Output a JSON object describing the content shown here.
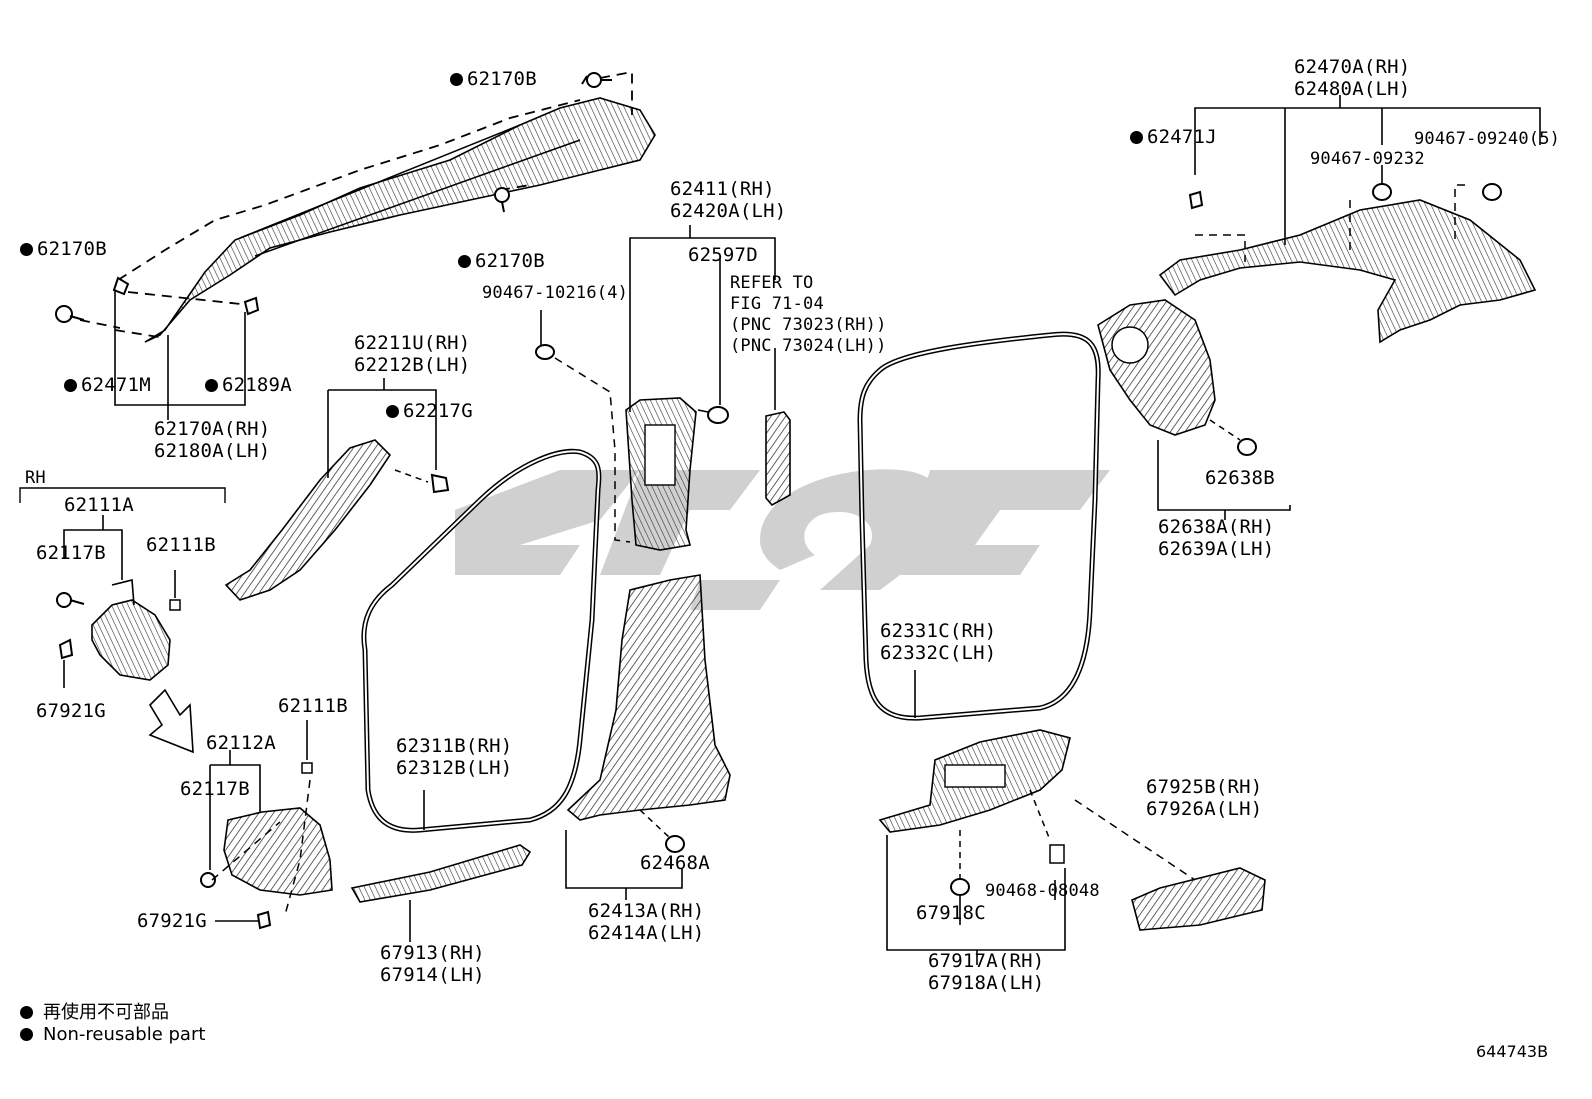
{
  "diagram": {
    "figure_number": "644743B",
    "legend": {
      "cn": "再使用不可部品",
      "en": "Non-reusable part"
    },
    "group_rh": "RH",
    "labels": {
      "l62170B_top": "62170B",
      "l62170B_left": "62170B",
      "l62170B_mid": "62170B",
      "l62471M": "62471M",
      "l62189A": "62189A",
      "l62170A": "62170A(RH)",
      "l62180A": "62180A(LH)",
      "l62211U": "62211U(RH)",
      "l62212B": "62212B(LH)",
      "l62217G": "62217G",
      "l62111A": "62111A",
      "l62117B_a": "62117B",
      "l62111B_a": "62111B",
      "l67921G_a": "67921G",
      "l62111B_b": "62111B",
      "l62112A": "62112A",
      "l62117B_b": "62117B",
      "l67921G_b": "67921G",
      "l90467_10216": "90467-10216(4)",
      "l62411": "62411(RH)",
      "l62420A": "62420A(LH)",
      "l62597D": "62597D",
      "ref1": "REFER TO",
      "ref2": "FIG 71-04",
      "ref3": "(PNC 73023(RH))",
      "ref4": "(PNC 73024(LH))",
      "l62311B": "62311B(RH)",
      "l62312B": "62312B(LH)",
      "l67913": "67913(RH)",
      "l67914": "67914(LH)",
      "l62468A": "62468A",
      "l62413A": "62413A(RH)",
      "l62414A": "62414A(LH)",
      "l62470A": "62470A(RH)",
      "l62480A": "62480A(LH)",
      "l62471J": "62471J",
      "l90467_09240": "90467-09240(5)",
      "l90467_09232": "90467-09232",
      "l62638B": "62638B",
      "l62638A": "62638A(RH)",
      "l62639A": "62639A(LH)",
      "l62331C": "62331C(RH)",
      "l62332C": "62332C(LH)",
      "l67925B": "67925B(RH)",
      "l67926A": "67926A(LH)",
      "l90468_08048": "90468-08048",
      "l67918C": "67918C",
      "l67917A": "67917A(RH)",
      "l67918A": "67918A(LH)"
    }
  }
}
